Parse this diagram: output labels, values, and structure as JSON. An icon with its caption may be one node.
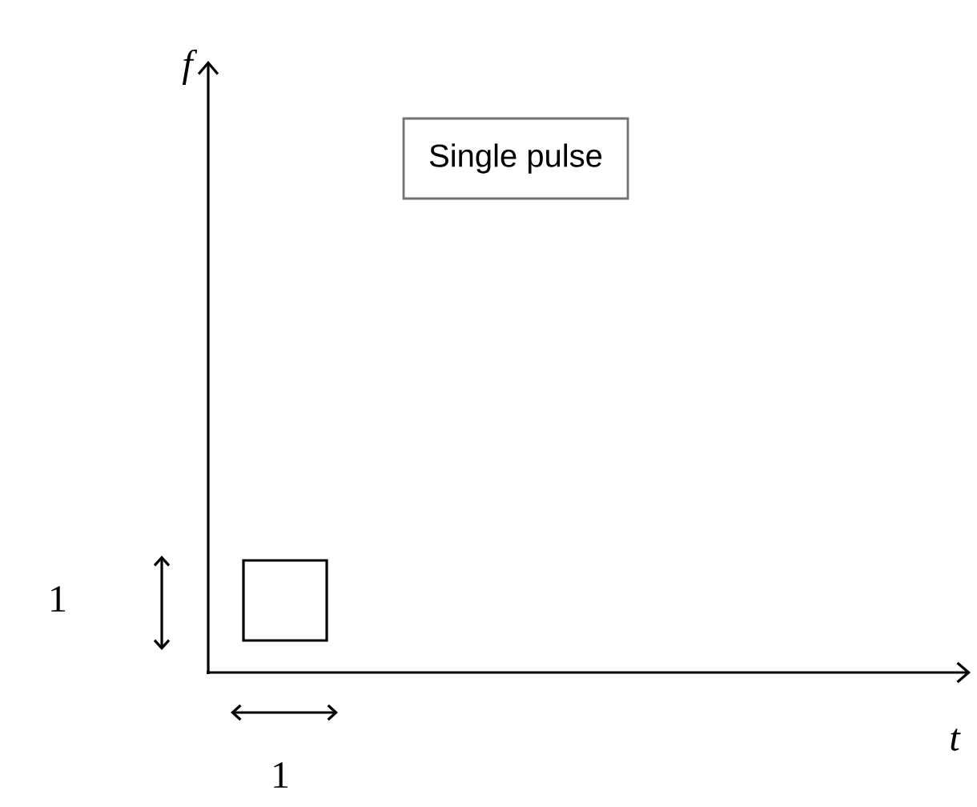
{
  "diagram": {
    "nodes": [
      {
        "text": [
          "Single pulse"
        ]
      },
      {
        "text": [],
        "shape": "box"
      }
    ],
    "edges": [],
    "labels": [
      "f",
      "t",
      "1",
      "1"
    ]
  }
}
